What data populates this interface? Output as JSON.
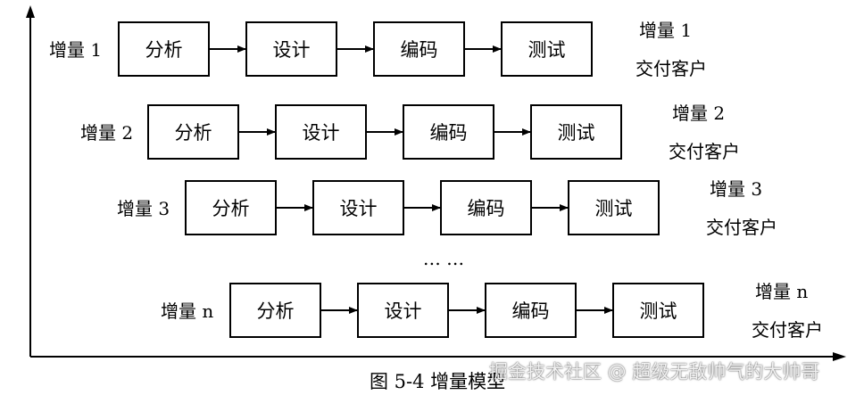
{
  "increments": [
    {
      "label": "增量 1",
      "delivery_title": "增量 1",
      "delivery_text": "交付客户",
      "steps": [
        "分析",
        "设计",
        "编码",
        "测试"
      ]
    },
    {
      "label": "增量 2",
      "delivery_title": "增量 2",
      "delivery_text": "交付客户",
      "steps": [
        "分析",
        "设计",
        "编码",
        "测试"
      ]
    },
    {
      "label": "增量 3",
      "delivery_title": "增量 3",
      "delivery_text": "交付客户",
      "steps": [
        "分析",
        "设计",
        "编码",
        "测试"
      ]
    },
    {
      "label": "增量 n",
      "delivery_title": "增量 n",
      "delivery_text": "交付客户",
      "steps": [
        "分析",
        "设计",
        "编码",
        "测试"
      ]
    }
  ],
  "ellipsis": "… …",
  "caption": "图 5-4    增量模型",
  "watermark": "掘金技术社区 @ 超级无敌帅气的大帅哥"
}
